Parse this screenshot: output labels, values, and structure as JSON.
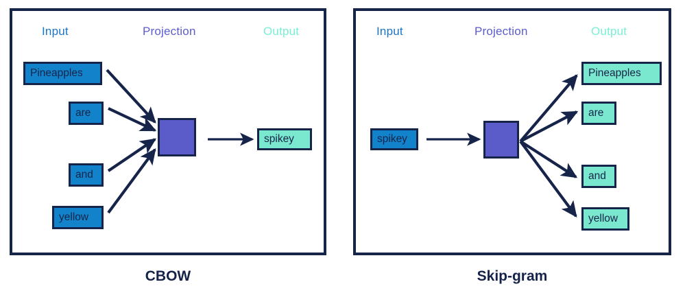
{
  "diagram": {
    "title_colors": {
      "input": "#1b74c6",
      "projection": "#5b5bd0",
      "output": "#78efd3",
      "border": "#16244a",
      "input_box_fill": "#1283ca",
      "output_box_fill": "#79e8cf",
      "projection_box_fill": "#5b5bc9",
      "arrow": "#16244a",
      "caption": "#15234a"
    }
  },
  "panels": [
    {
      "id": "cbow",
      "caption": "CBOW",
      "columns": {
        "input": "Input",
        "projection": "Projection",
        "output": "Output"
      },
      "input_nodes": [
        {
          "label": "Pineapples"
        },
        {
          "label": "are"
        },
        {
          "label": "and"
        },
        {
          "label": "yellow"
        }
      ],
      "output_nodes": [
        {
          "label": "spikey"
        }
      ]
    },
    {
      "id": "skipgram",
      "caption": "Skip-gram",
      "columns": {
        "input": "Input",
        "projection": "Projection",
        "output": "Output"
      },
      "input_nodes": [
        {
          "label": "spikey"
        }
      ],
      "output_nodes": [
        {
          "label": "Pineapples"
        },
        {
          "label": "are"
        },
        {
          "label": "and"
        },
        {
          "label": "yellow"
        }
      ]
    }
  ]
}
